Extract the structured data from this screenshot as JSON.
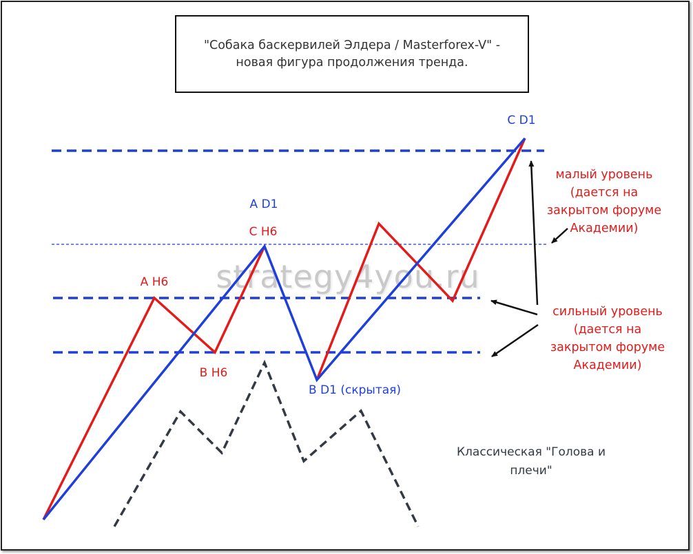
{
  "title": {
    "line1": "\"Собака баскервилей Элдера / Masterforex-V\" -",
    "line2": "новая фигура продолжения тренда."
  },
  "labels": {
    "c_d1": "C D1",
    "a_d1": "A D1",
    "c_h6": "C H6",
    "a_h6": "A H6",
    "b_h6": "B H6",
    "b_d1": "B D1 (скрытая)"
  },
  "notes": {
    "minor_level": [
      "малый уровень",
      "(дается на",
      "закрытом форуме",
      "Академии)"
    ],
    "strong_level": [
      "сильный уровень",
      "(дается на",
      "закрытом форуме",
      "Академии)"
    ],
    "head_shoulders": [
      "Классическая \"Голова и",
      "плечи\""
    ]
  },
  "watermark": "strategy4you.ru",
  "colors": {
    "blue": "#1f3fdb",
    "red": "#e31b1b",
    "dark": "#333a44"
  }
}
